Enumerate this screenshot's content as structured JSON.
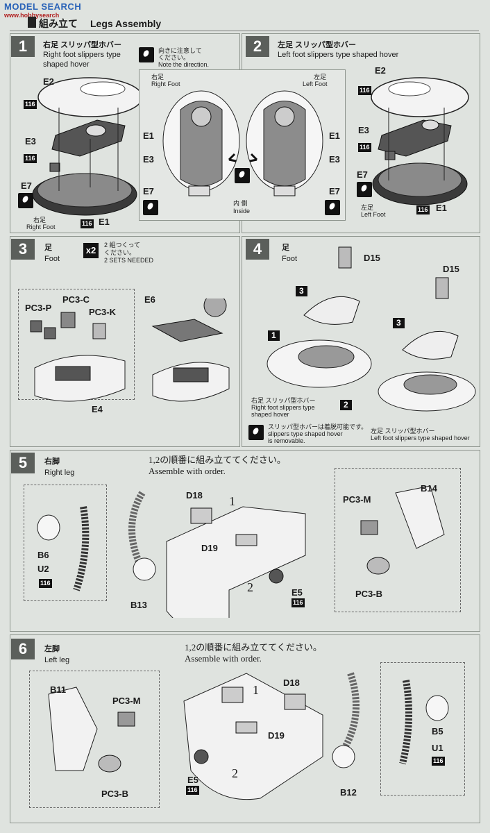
{
  "watermark": {
    "brand": "MODEL SEARCH",
    "site": "www.hobbysearch"
  },
  "header": {
    "jp": "組み立て",
    "en": "Legs Assembly"
  },
  "step1": {
    "num": "1",
    "jp": "右足 スリッパ型ホバー",
    "en1": "Right foot slippers type",
    "en2": "shaped hover",
    "note_jp": "向きに注意して",
    "note_jp2": "ください。",
    "note_en": "Note the direction.",
    "parts": {
      "e2": "E2",
      "e3": "E3",
      "e7": "E7",
      "e1": "E1"
    },
    "tag": "116",
    "foot_jp": "右足",
    "foot_en": "Right Foot"
  },
  "step2": {
    "num": "2",
    "jp": "左足 スリッパ型ホバー",
    "en": "Left foot slippers type shaped hover",
    "parts": {
      "e2": "E2",
      "e3": "E3",
      "e7": "E7",
      "e1": "E1"
    },
    "tag": "116",
    "foot_jp": "左足",
    "foot_en": "Left Foot"
  },
  "detail": {
    "right_jp": "右足",
    "right_en": "Right Foot",
    "left_jp": "左足",
    "left_en": "Left Foot",
    "inside_jp": "内 側",
    "inside_en": "Inside",
    "e1": "E1",
    "e3": "E3",
    "e7": "E7"
  },
  "step3": {
    "num": "3",
    "jp": "足",
    "en": "Foot",
    "qty": "x2",
    "note_jp": "2 組つくって",
    "note_jp2": "ください。",
    "note_en": "2 SETS NEEDED",
    "parts": {
      "pc3p": "PC3-P",
      "pc3c": "PC3-C",
      "pc3k": "PC3-K",
      "e4": "E4",
      "e6": "E6"
    }
  },
  "step4": {
    "num": "4",
    "jp": "足",
    "en": "Foot",
    "d15a": "D15",
    "d15b": "D15",
    "b1": "1",
    "b2": "2",
    "b3a": "3",
    "b3b": "3",
    "right_jp": "右足 スリッパ型ホバー",
    "right_en1": "Right foot slippers type",
    "right_en2": "shaped hover",
    "rem_jp": "スリッパ型ホバーは着脱可能です。",
    "rem_en1": "slippers type shaped hover",
    "rem_en2": "is removable.",
    "left_jp": "左足 スリッパ型ホバー",
    "left_en": "Left foot slippers type shaped hover"
  },
  "step5": {
    "num": "5",
    "jp": "右脚",
    "en": "Right leg",
    "order_jp": "1,2の順番に組み立ててください。",
    "order_en": "Assemble with order.",
    "parts": {
      "d18": "D18",
      "d19": "D19",
      "b6": "B6",
      "u2": "U2",
      "b13": "B13",
      "e5": "E5",
      "pc3m": "PC3-M",
      "b14": "B14",
      "pc3b": "PC3-B"
    },
    "tag": "116",
    "n1": "1",
    "n2": "2"
  },
  "step6": {
    "num": "6",
    "jp": "左脚",
    "en": "Left leg",
    "order_jp": "1,2の順番に組み立ててください。",
    "order_en": "Assemble with order.",
    "parts": {
      "b11": "B11",
      "pc3m": "PC3-M",
      "pc3b": "PC3-B",
      "d18": "D18",
      "d19": "D19",
      "e5": "E5",
      "b12": "B12",
      "b5": "B5",
      "u1": "U1"
    },
    "tag": "116",
    "n1": "1",
    "n2": "2"
  }
}
